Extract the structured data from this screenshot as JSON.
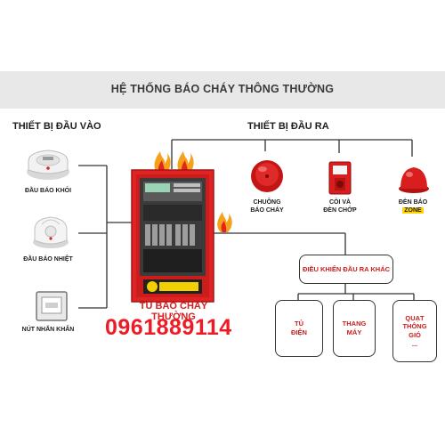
{
  "header": {
    "title": "HỆ THỐNG BÁO CHÁY THÔNG THƯỜNG"
  },
  "inputs": {
    "section_title": "THIẾT BỊ ĐẦU VÀO",
    "items": [
      {
        "label": "ĐẦU BÁO KHÓI",
        "icon": "smoke-detector-icon"
      },
      {
        "label": "ĐẦU BÁO NHIỆT",
        "icon": "heat-detector-icon"
      },
      {
        "label": "NÚT NHẤN KHẨN",
        "icon": "manual-call-point-icon"
      }
    ]
  },
  "outputs": {
    "section_title": "THIẾT BỊ ĐẦU RA",
    "bell": {
      "line1": "CHUÔNG",
      "line2": "BÁO CHÁY",
      "icon": "fire-bell-icon"
    },
    "horn": {
      "line1": "CÒI VÀ",
      "line2": "ĐÈN CHỚP",
      "icon": "horn-strobe-icon"
    },
    "zone_lamp": {
      "line1": "ĐÈN BÁO",
      "line2": "ZONE",
      "icon": "zone-lamp-icon"
    }
  },
  "control_panel": {
    "title_line1": "TỦ BÁO CHÁY",
    "title_line2": "THƯỜNG"
  },
  "other_outputs": {
    "title": "ĐIỀU KHIỂN ĐẦU RA KHÁC",
    "boxes": [
      {
        "line1": "TỦ",
        "line2": "ĐIỆN",
        "line3": ""
      },
      {
        "line1": "THANG",
        "line2": "MÁY",
        "line3": ""
      },
      {
        "line1": "QUẠT",
        "line2": "THÔNG",
        "line3": "GIÓ",
        "line4": "..."
      }
    ]
  },
  "watermark_phone": "0961889114",
  "colors": {
    "accent": "#d61f1f",
    "panel": "#e02424",
    "banner": "#e8e8e8",
    "zone_highlight": "#ffd400"
  }
}
